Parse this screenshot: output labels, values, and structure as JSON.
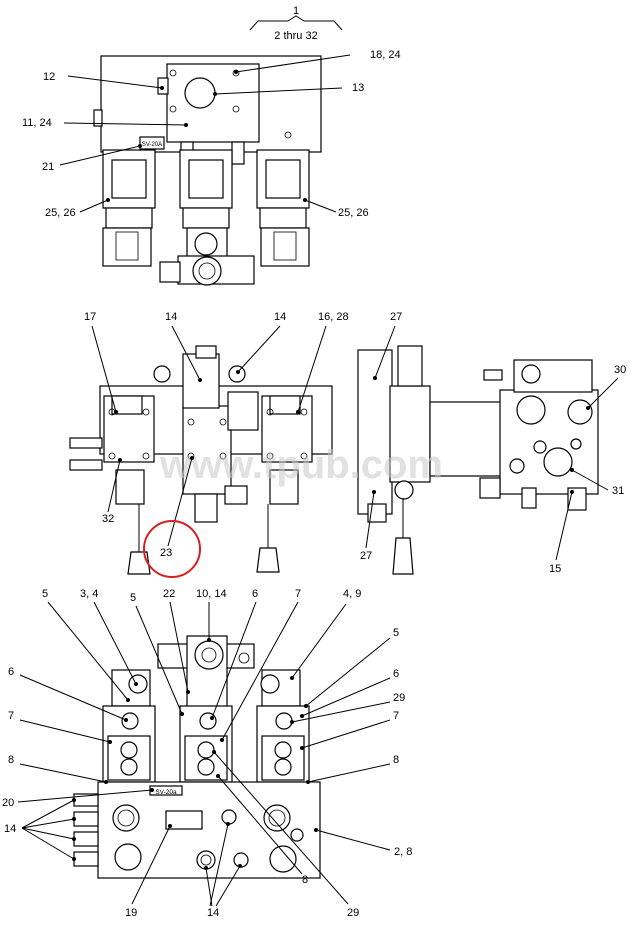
{
  "header": {
    "number": "1",
    "range": "2 thru 32"
  },
  "watermark": "www.tpub.com",
  "view1": {
    "callouts": {
      "c18_24": "18, 24",
      "c12": "12",
      "c13": "13",
      "c11_24": "11, 24",
      "c21": "21",
      "c25_26_left": "25, 26",
      "c25_26_right": "25, 26"
    },
    "nameplate": "SV-20A"
  },
  "view2": {
    "callouts": {
      "c17": "17",
      "c14_a": "14",
      "c14_b": "14",
      "c16_28": "16, 28",
      "c27_top": "27",
      "c30": "30",
      "c31": "31",
      "c32": "32",
      "c23": "23",
      "c27_bottom": "27",
      "c15": "15"
    }
  },
  "view3": {
    "callouts": {
      "c5_a": "5",
      "c3_4": "3, 4",
      "c5_b": "5",
      "c22": "22",
      "c10_14": "10, 14",
      "c6_top": "6",
      "c7_top": "7",
      "c4_9": "4, 9",
      "c5_right": "5",
      "c6_left": "6",
      "c6_right": "6",
      "c29_right": "29",
      "c7_left": "7",
      "c7_right": "7",
      "c8_left": "8",
      "c8_right": "8",
      "c20": "20",
      "c14_left": "14",
      "c2_8": "2, 8",
      "c19": "19",
      "c14_bottom": "14",
      "c8_bottom": "8",
      "c29_bottom": "29"
    },
    "nameplate": "SV-20a"
  },
  "highlight": {
    "target": "23",
    "color": "#d61f1f"
  }
}
